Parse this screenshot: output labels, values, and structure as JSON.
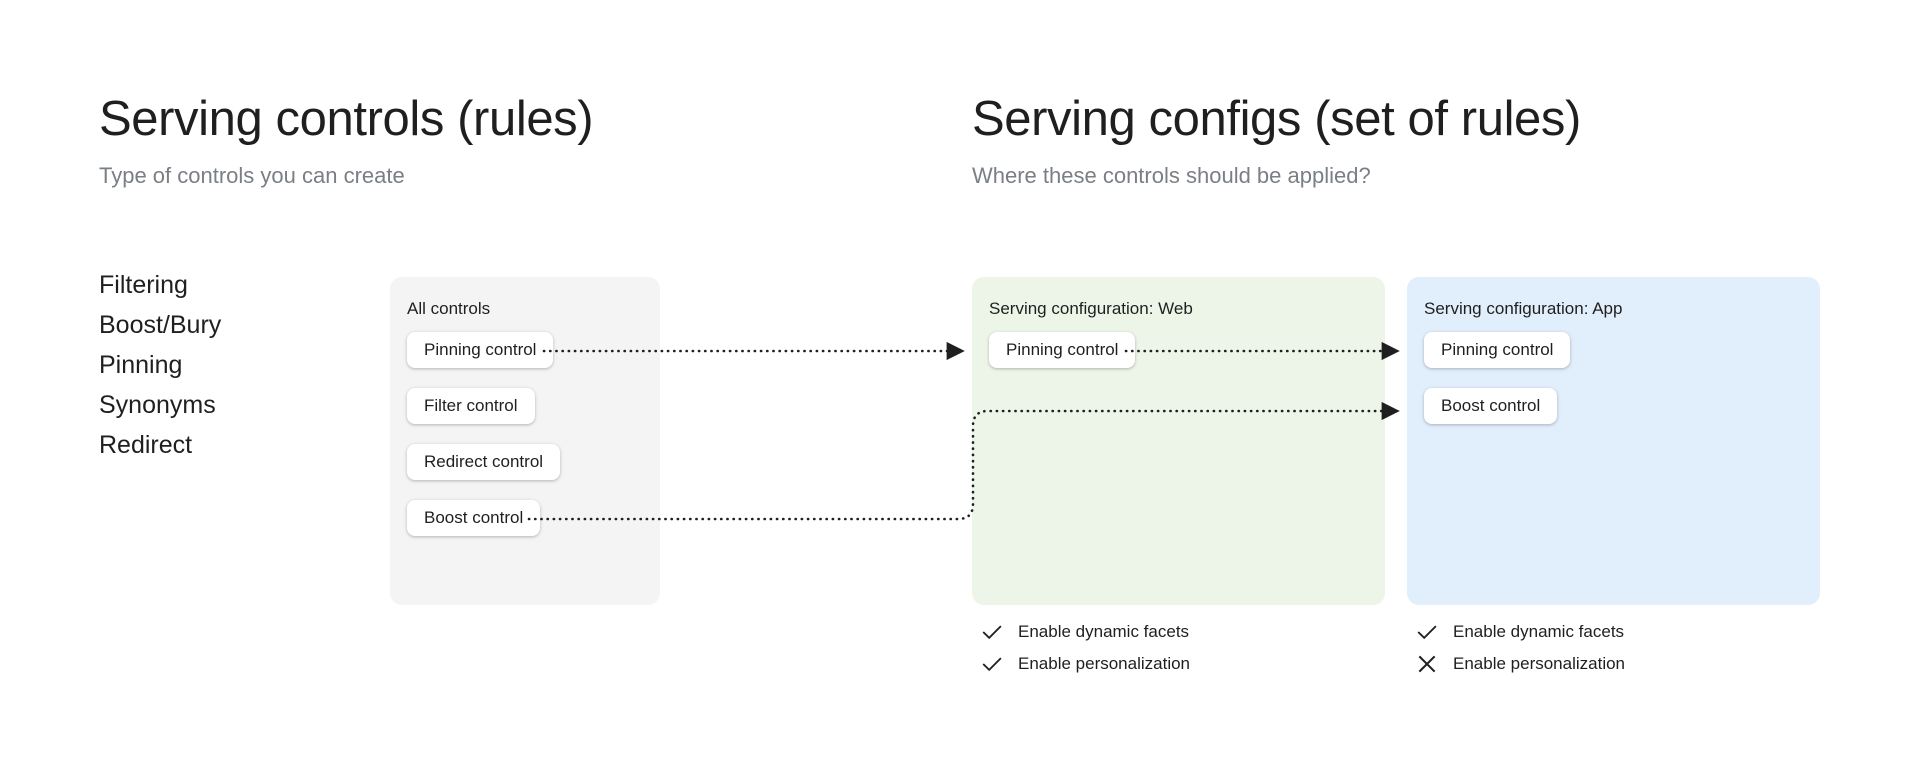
{
  "headings": {
    "left": {
      "title": "Serving controls (rules)",
      "subtitle": "Type of controls you can create"
    },
    "right": {
      "title": "Serving configs (set of rules)",
      "subtitle": "Where these controls should be applied?"
    }
  },
  "control_types": [
    {
      "label": "Filtering"
    },
    {
      "label": "Boost/Bury"
    },
    {
      "label": "Pinning"
    },
    {
      "label": "Synonyms"
    },
    {
      "label": "Redirect"
    }
  ],
  "panels": {
    "all_controls": {
      "title": "All controls",
      "background": "#f4f4f5",
      "chips": [
        {
          "label": "Pinning control"
        },
        {
          "label": "Filter control"
        },
        {
          "label": "Redirect control"
        },
        {
          "label": "Boost control"
        }
      ]
    },
    "config_web": {
      "title": "Serving configuration: Web",
      "background": "#edf5e8",
      "chips": [
        {
          "label": "Pinning control"
        }
      ],
      "options": [
        {
          "label": "Enable dynamic facets",
          "state": "check-icon"
        },
        {
          "label": "Enable personalization",
          "state": "check-icon"
        }
      ]
    },
    "config_app": {
      "title": "Serving configuration: App",
      "background": "#e1eefb",
      "chips": [
        {
          "label": "Pinning control"
        },
        {
          "label": "Boost control"
        }
      ],
      "options": [
        {
          "label": "Enable dynamic facets",
          "state": "check-icon"
        },
        {
          "label": "Enable personalization",
          "state": "close-icon"
        }
      ]
    }
  },
  "connectors": [
    {
      "name": "pinning-all-to-web",
      "from": "all_controls.Pinning control",
      "to": "config_web.Pinning control",
      "style": "dotted-arrow"
    },
    {
      "name": "pinning-web-to-app",
      "from": "config_web.Pinning control",
      "to": "config_app.Pinning control",
      "style": "dotted-arrow"
    },
    {
      "name": "boost-all-to-app",
      "from": "all_controls.Boost control",
      "to": "config_app.Boost control",
      "style": "dotted-elbow-arrow"
    }
  ],
  "colors": {
    "text": "#1f1f1f",
    "muted": "#7a7f85",
    "chip": "#ffffff",
    "connector": "#1f1f1f"
  }
}
